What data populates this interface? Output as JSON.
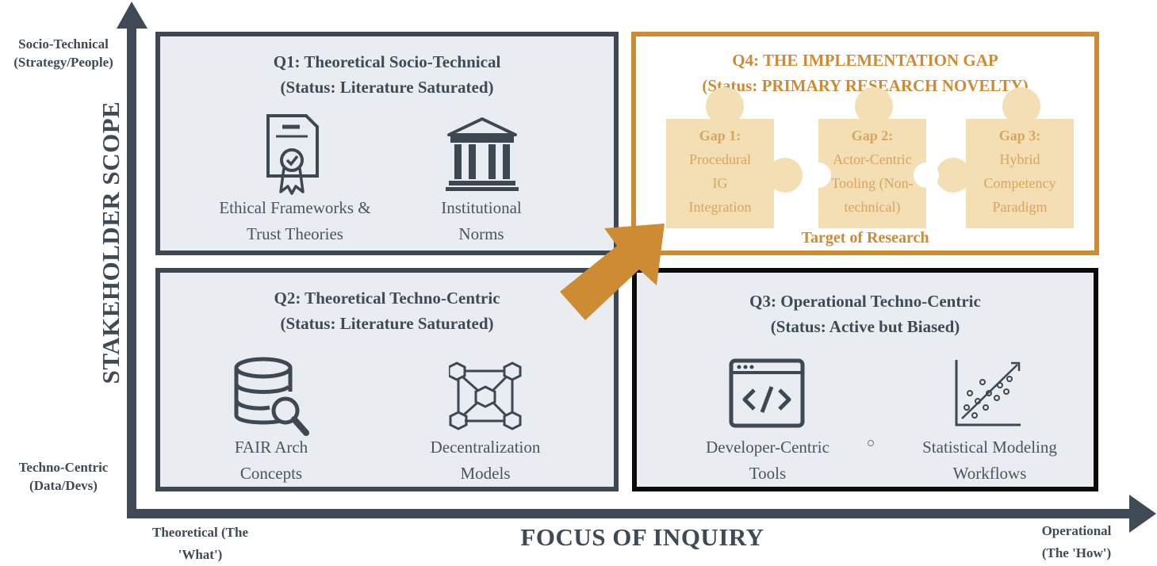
{
  "axes": {
    "y_title": "STAKEHOLDER SCOPE",
    "y_top_label_1": "Socio-Technical",
    "y_top_label_2": "(Strategy/People)",
    "y_bottom_label_1": "Techno-Centric",
    "y_bottom_label_2": "(Data/Devs)",
    "x_title": "FOCUS OF INQUIRY",
    "x_left_label_1": "Theoretical (The",
    "x_left_label_2": "'What')",
    "x_right_label_1": "Operational",
    "x_right_label_2": "(The 'How')"
  },
  "q1": {
    "title": "Q1: Theoretical Socio-Technical",
    "status": "(Status: Literature Saturated)",
    "items": [
      {
        "icon": "certificate-icon",
        "line1": "Ethical Frameworks &",
        "line2": "Trust Theories"
      },
      {
        "icon": "institution-icon",
        "line1": "Institutional",
        "line2": "Norms"
      }
    ]
  },
  "q2": {
    "title": "Q2: Theoretical Techno-Centric",
    "status": "(Status: Literature Saturated)",
    "items": [
      {
        "icon": "database-search-icon",
        "line1": "FAIR Arch",
        "line2": "Concepts"
      },
      {
        "icon": "network-cubes-icon",
        "line1": "Decentralization",
        "line2": "Models"
      }
    ]
  },
  "q3": {
    "title": "Q3: Operational Techno-Centric",
    "status": "(Status: Active but Biased)",
    "items": [
      {
        "icon": "code-window-icon",
        "line1": "Developer-Centric",
        "line2": "Tools"
      },
      {
        "icon": "scatter-plot-icon",
        "line1": "Statistical Modeling",
        "line2": "Workflows"
      }
    ]
  },
  "q4": {
    "title": "Q4: THE IMPLEMENTATION GAP",
    "status": "(Status: PRIMARY RESEARCH NOVELTY)",
    "gaps": [
      {
        "title": "Gap 1:",
        "line1": "Procedural",
        "line2": "IG",
        "line3": "Integration"
      },
      {
        "title": "Gap 2:",
        "line1": "Actor-Centric",
        "line2": "Tooling (Non-",
        "line3": "technical)"
      },
      {
        "title": "Gap 3:",
        "line1": "Hybrid",
        "line2": "Competency",
        "line3": "Paradigm"
      }
    ],
    "target": "Target of Research"
  },
  "colors": {
    "axis": "#3f4a55",
    "quadrant_fill": "#e9edf1",
    "accent": "#cd8b34",
    "puzzle": "#f4dfb5"
  }
}
